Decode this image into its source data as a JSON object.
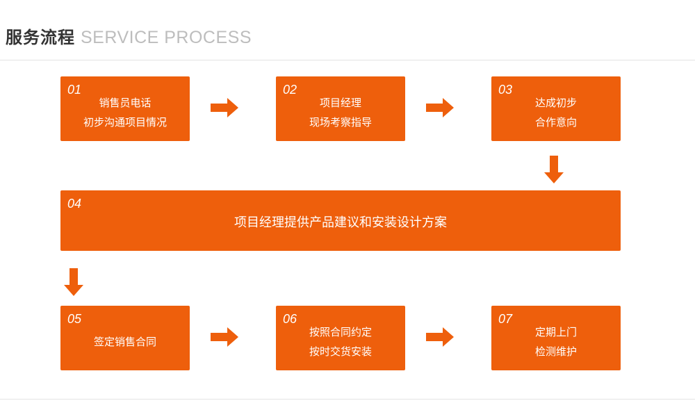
{
  "header": {
    "title_zh": "服务流程",
    "title_en": "SERVICE PROCESS"
  },
  "steps": [
    {
      "num": "01",
      "lines": [
        "销售员电话",
        "初步沟通项目情况"
      ]
    },
    {
      "num": "02",
      "lines": [
        "项目经理",
        "现场考察指导"
      ]
    },
    {
      "num": "03",
      "lines": [
        "达成初步",
        "合作意向"
      ]
    },
    {
      "num": "04",
      "lines": [
        "项目经理提供产品建议和安装设计方案"
      ]
    },
    {
      "num": "05",
      "lines": [
        "签定销售合同"
      ]
    },
    {
      "num": "06",
      "lines": [
        "按照合同约定",
        "按时交货安装"
      ]
    },
    {
      "num": "07",
      "lines": [
        "定期上门",
        "检测维护"
      ]
    }
  ],
  "colors": {
    "accent": "#ee5f0c",
    "title": "#333333",
    "subtitle": "#bdbdbd",
    "rule": "#e3e3e3"
  }
}
